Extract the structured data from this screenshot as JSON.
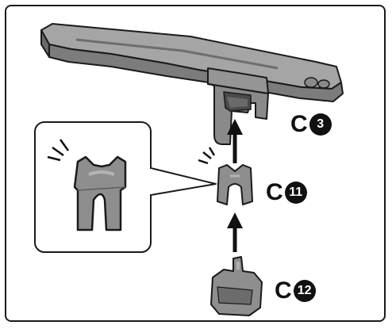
{
  "parts": [
    {
      "id": "c3",
      "letter": "C",
      "number": "3"
    },
    {
      "id": "c11",
      "letter": "C",
      "number": "11"
    },
    {
      "id": "c12",
      "letter": "C",
      "number": "12"
    }
  ],
  "colors": {
    "part_fill": "#8e8e8e",
    "part_dark": "#5a5a5a",
    "part_light": "#b8b8b8",
    "outline": "#1a1a1a",
    "arrow": "#111111"
  },
  "icons": {
    "attention_marks": "sparkle-lines-icon",
    "assembly_arrow": "arrow-up-icon"
  }
}
